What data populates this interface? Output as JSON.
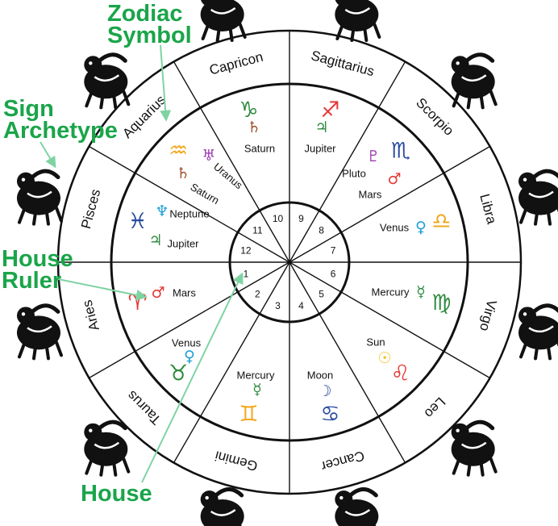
{
  "callouts": {
    "zodiac_symbol_1": "Zodiac",
    "zodiac_symbol_2": "Symbol",
    "sign_archetype_1": "Sign",
    "sign_archetype_2": "Archetype",
    "house_ruler_1": "House",
    "house_ruler_2": "Ruler",
    "house": "House"
  },
  "colors": {
    "callout": "#1aa54a",
    "leader": "#7fd3a3",
    "line": "#111111"
  },
  "signs": [
    {
      "name": "Aries",
      "glyph": "♈",
      "color": "#e53935",
      "icon": "ram-icon"
    },
    {
      "name": "Taurus",
      "glyph": "♉",
      "color": "#2e8b3e",
      "icon": "bull-icon"
    },
    {
      "name": "Gemini",
      "glyph": "♊",
      "color": "#f2a81d",
      "icon": "twins-icon"
    },
    {
      "name": "Cancer",
      "glyph": "♋",
      "color": "#2a4ba0",
      "icon": "crab-icon"
    },
    {
      "name": "Leo",
      "glyph": "♌",
      "color": "#e53935",
      "icon": "lion-icon"
    },
    {
      "name": "Virgo",
      "glyph": "♍",
      "color": "#2e8b3e",
      "icon": "maiden-icon"
    },
    {
      "name": "Libra",
      "glyph": "♎",
      "color": "#f2a81d",
      "icon": "scales-icon"
    },
    {
      "name": "Scorpio",
      "glyph": "♏",
      "color": "#2a4ba0",
      "icon": "scorpion-icon"
    },
    {
      "name": "Sagittarius",
      "glyph": "♐",
      "color": "#e53935",
      "icon": "archer-icon"
    },
    {
      "name": "Capricon",
      "glyph": "♑",
      "color": "#2e8b3e",
      "icon": "goat-icon"
    },
    {
      "name": "Aquarius",
      "glyph": "♒",
      "color": "#f2a81d",
      "icon": "water-bearer-icon"
    },
    {
      "name": "Pisces",
      "glyph": "♓",
      "color": "#2a4ba0",
      "icon": "fish-icon"
    }
  ],
  "houses": [
    "1",
    "2",
    "3",
    "4",
    "5",
    "6",
    "7",
    "8",
    "9",
    "10",
    "11",
    "12"
  ],
  "planets": [
    {
      "name": "Mars",
      "glyph": "♂",
      "color": "#e53935",
      "sector": 0
    },
    {
      "name": "Venus",
      "glyph": "♀",
      "color": "#1e9fd6",
      "sector": 1
    },
    {
      "name": "Mercury",
      "glyph": "☿",
      "color": "#2e8b3e",
      "sector": 2
    },
    {
      "name": "Moon",
      "glyph": "☽",
      "color": "#2a4ba0",
      "sector": 3
    },
    {
      "name": "Sun",
      "glyph": "☉",
      "color": "#f2c21d",
      "sector": 4
    },
    {
      "name": "Mercury",
      "glyph": "☿",
      "color": "#2e8b3e",
      "sector": 5
    },
    {
      "name": "Venus",
      "glyph": "♀",
      "color": "#1e9fd6",
      "sector": 6
    },
    {
      "name": "Pluto",
      "glyph": "♇",
      "color": "#9b3cb0",
      "sector": 7
    },
    {
      "name": "Mars",
      "glyph": "♂",
      "color": "#e53935",
      "sector": 7
    },
    {
      "name": "Jupiter",
      "glyph": "♃",
      "color": "#2e8b3e",
      "sector": 8
    },
    {
      "name": "Saturn",
      "glyph": "♄",
      "color": "#a0522d",
      "sector": 9
    },
    {
      "name": "Uranus",
      "glyph": "♅",
      "color": "#9b3cb0",
      "sector": 10
    },
    {
      "name": "Saturn",
      "glyph": "♄",
      "color": "#a0522d",
      "sector": 10
    },
    {
      "name": "Neptune",
      "glyph": "♆",
      "color": "#1e9fd6",
      "sector": 11
    },
    {
      "name": "Jupiter",
      "glyph": "♃",
      "color": "#2e8b3e",
      "sector": 11
    }
  ]
}
